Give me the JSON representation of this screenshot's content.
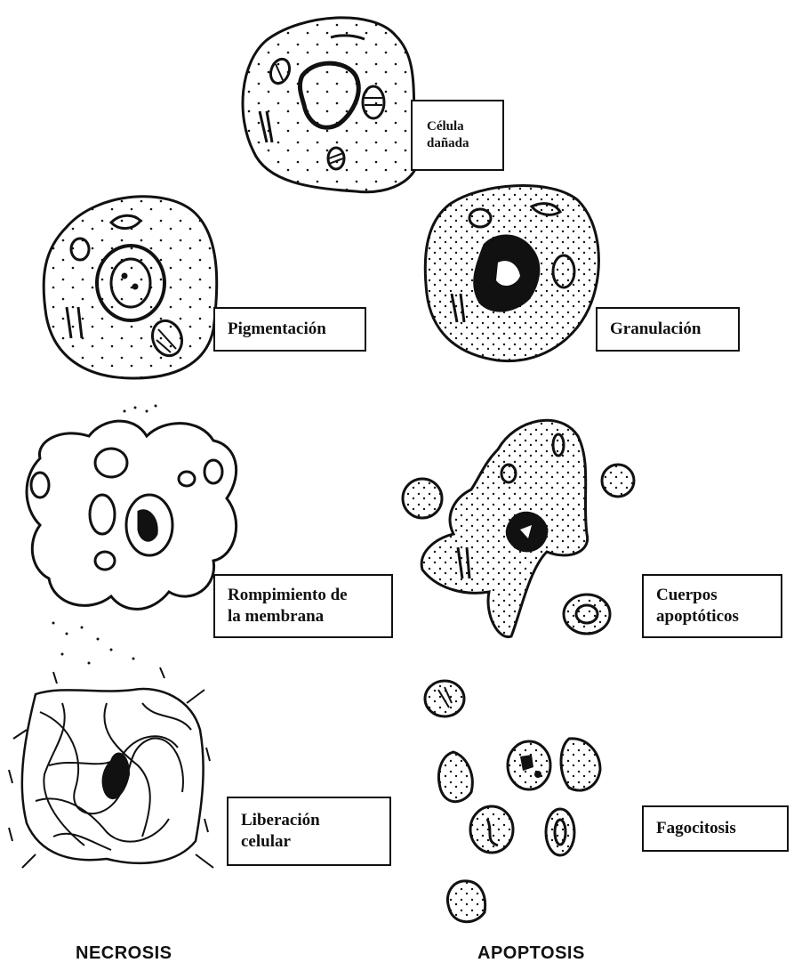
{
  "labels": {
    "damaged_cell": [
      "Célula",
      "dañada"
    ],
    "pigmentation": [
      "Pigmentación"
    ],
    "granulation": [
      "Granulación"
    ],
    "membrane_rupture": [
      "Rompimiento de",
      "la membrana"
    ],
    "apoptotic_bodies": [
      "Cuerpos",
      "apoptóticos"
    ],
    "cell_release": [
      "Liberación",
      "celular"
    ],
    "phagocytosis": [
      "Fagocitosis"
    ]
  },
  "columns": {
    "left": "NECROSIS",
    "right": "APOPTOSIS"
  }
}
